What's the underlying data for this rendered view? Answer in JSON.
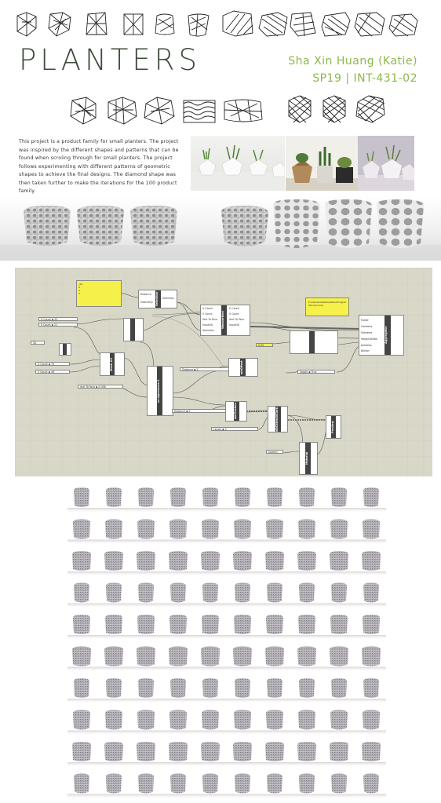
{
  "title": "PLANTERS",
  "author": "Sha Xin Huang (Katie)",
  "course": "SP19 | INT-431-02",
  "description": "This project is a product family for small planters. The project was inspired by the different shapes and patterns that can be found when scroling through for small planters. The project follows experimenting with different patterns of geometric shapes to achieve the final designs. The diamond shape was then taken further to make the iterations for the 100 product family.",
  "grasshopper": {
    "nodes": {
      "selection": "Selection",
      "distance_input": "Distance",
      "geometry_input": "Geometry",
      "selection_output": "Selection",
      "weaverbird": "Weaverbird",
      "u_count": "U Count",
      "v_count": "V Count",
      "vert_to_face": "Vert To Face",
      "ingeo": "Input(N)",
      "selection2": "Selection",
      "aggregator": "Aggregator",
      "folder": "Folder",
      "contents": "Contents",
      "filename": "Filename",
      "height_width": "Height/Width",
      "antialias": "Antialias",
      "button": "Button",
      "mesh_uv": "Mesh UV",
      "apertures": "uc-Apertures-2",
      "offset": "wbOffset",
      "thicken": "wbThicken",
      "catmull": "wbCatmullClark",
      "preview": "Preview",
      "material": "Material",
      "toggle": "Toggle"
    },
    "sliders": {
      "u_count": "U Count",
      "v_count": "V Count",
      "u_count_val": "20",
      "v_count_val": "21",
      "n_val": "30",
      "u_count2": "U Count",
      "u_count2_val": "75",
      "v_count2": "V Count",
      "v_count2_val": "49",
      "vert_to_face": "Vert To Face",
      "vert_to_face_val": "0.358",
      "distance": "Distance",
      "distance_val": "2",
      "distance2": "Distance",
      "distance2_val": "2",
      "levels": "Levels",
      "levels_val": "2",
      "swatch": "Swatch"
    },
    "panel_path": "E:\\Users\\hs\\Desktop\\Rendering\\100th-ver(mine)",
    "toggle_val": "True",
    "yellow_num": "0.50"
  }
}
